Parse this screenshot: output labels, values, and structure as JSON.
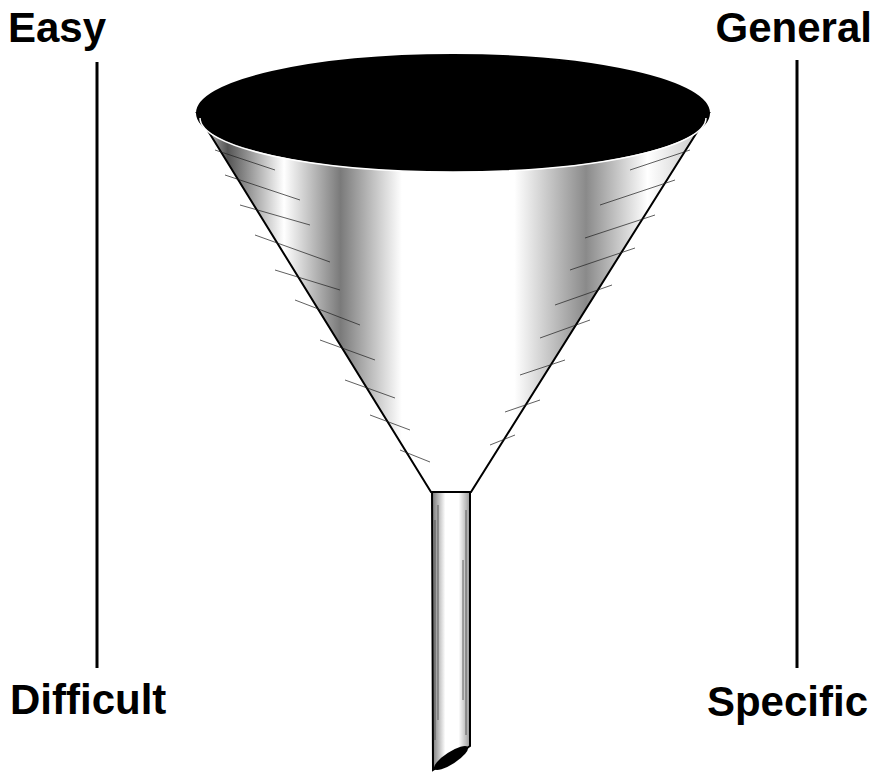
{
  "diagram": {
    "labels": [
      "Easy",
      "General",
      "Difficult",
      "Specific"
    ]
  }
}
